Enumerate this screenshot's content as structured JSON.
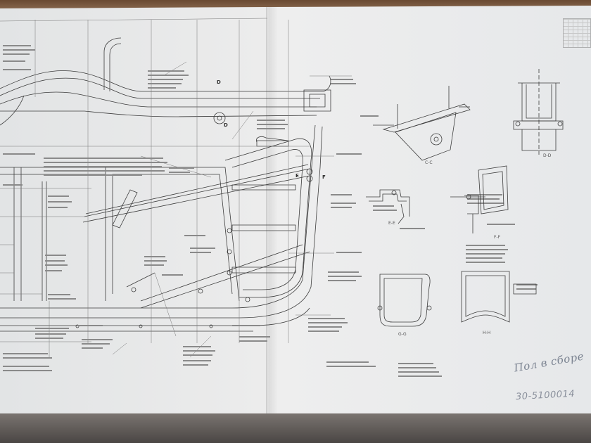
{
  "drawing": {
    "title_handwritten": "Пол в сборе",
    "number_handwritten": "30-5100014"
  },
  "section_views": [
    {
      "key": "cc",
      "name": "C-C"
    },
    {
      "key": "dd",
      "name": "D-D"
    },
    {
      "key": "ee",
      "name": "E-E"
    },
    {
      "key": "ff",
      "name": "F-F"
    },
    {
      "key": "gg",
      "name": "G-G"
    },
    {
      "key": "hh",
      "name": "H-H"
    }
  ],
  "view_markers": {
    "d_top": "D",
    "d_bottom": "D",
    "e": "E",
    "f": "F"
  },
  "colors": {
    "paper": "#e9eaea",
    "paper_shadow": "#d6d8da",
    "line": "#3c3c3c",
    "hand_ink": "#7a8290"
  }
}
